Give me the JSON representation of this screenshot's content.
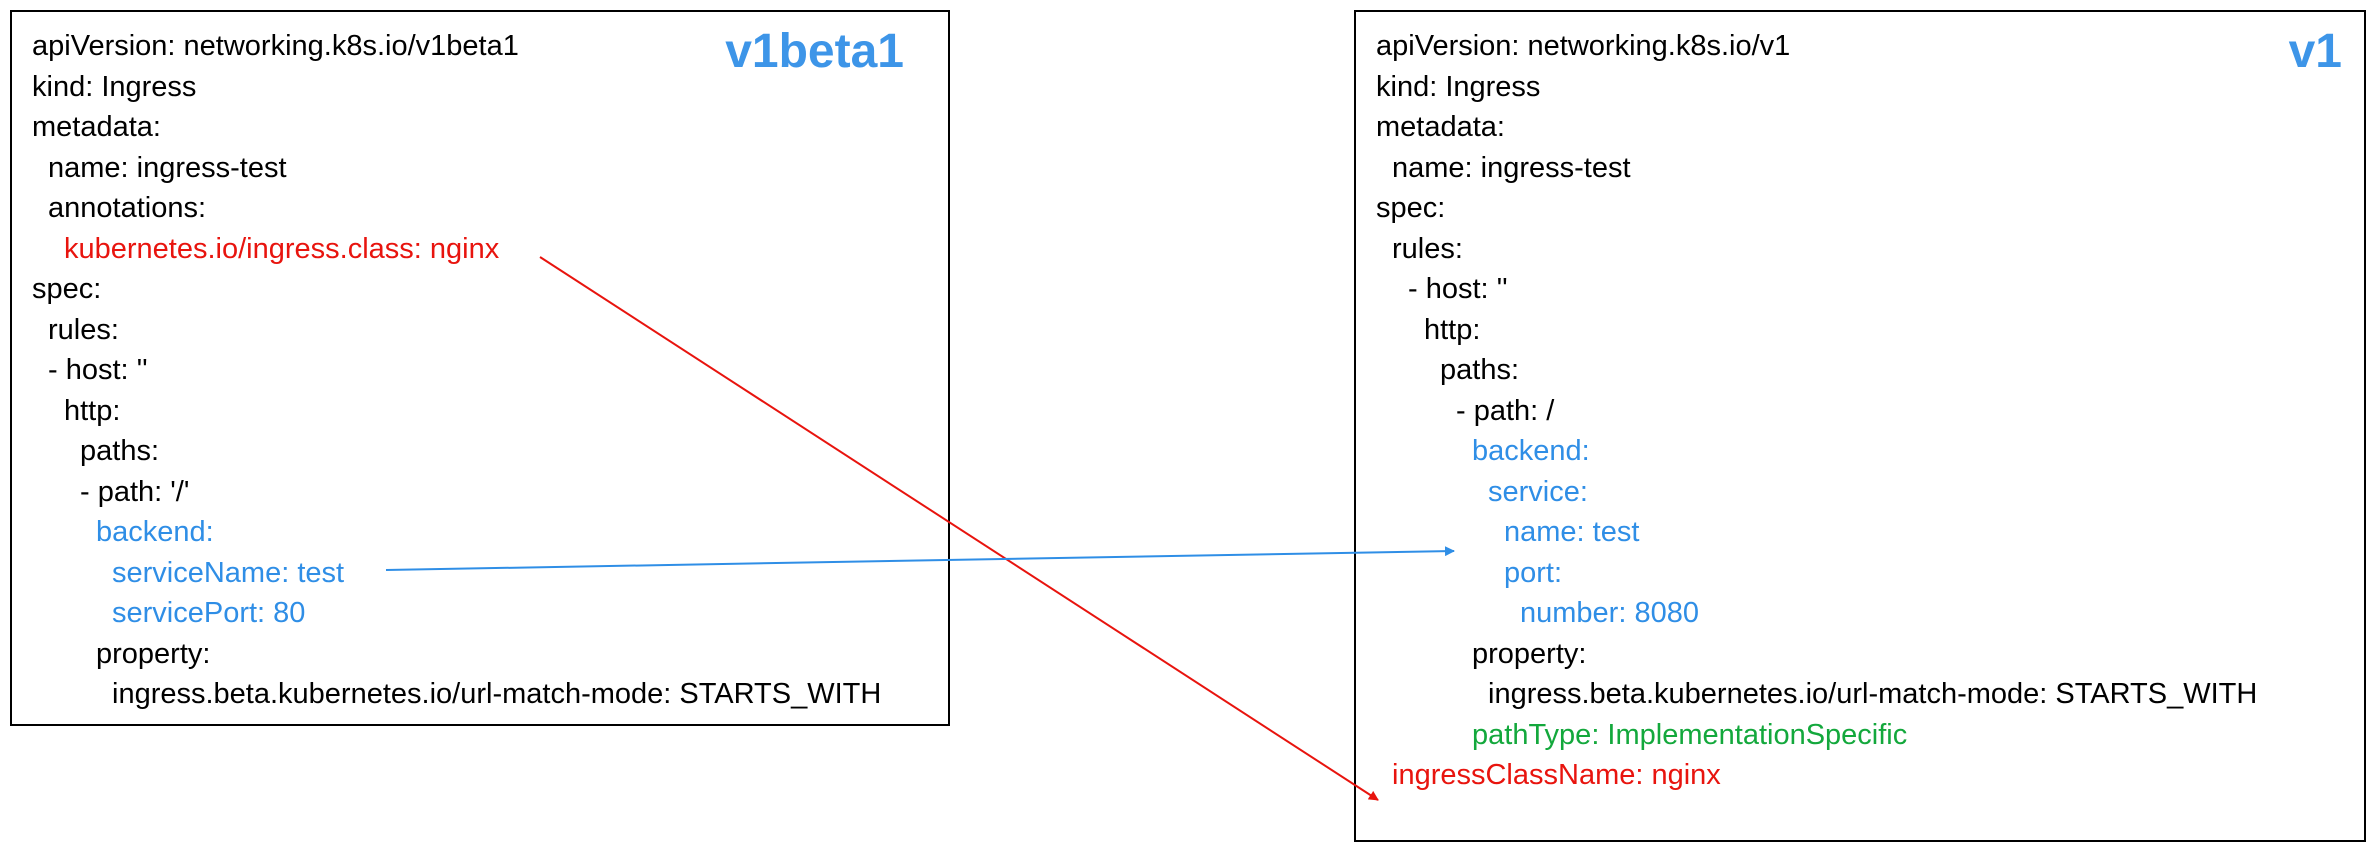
{
  "colors": {
    "text": "#000000",
    "highlight_red": "#e8140e",
    "highlight_blue": "#2f8ee6",
    "highlight_green": "#13a83c",
    "label": "#3d95e8"
  },
  "left": {
    "label": "v1beta1",
    "lines": [
      {
        "indent": 0,
        "text": "apiVersion: networking.k8s.io/v1beta1",
        "color": "text"
      },
      {
        "indent": 0,
        "text": "kind: Ingress",
        "color": "text"
      },
      {
        "indent": 0,
        "text": "metadata:",
        "color": "text"
      },
      {
        "indent": 1,
        "text": "name: ingress-test",
        "color": "text"
      },
      {
        "indent": 1,
        "text": "annotations:",
        "color": "text"
      },
      {
        "indent": 2,
        "text": "kubernetes.io/ingress.class: nginx",
        "color": "red"
      },
      {
        "indent": 0,
        "text": "spec:",
        "color": "text"
      },
      {
        "indent": 1,
        "text": "rules:",
        "color": "text"
      },
      {
        "indent": 1,
        "text": "- host: ''",
        "color": "text"
      },
      {
        "indent": 2,
        "text": "http:",
        "color": "text"
      },
      {
        "indent": 3,
        "text": "paths:",
        "color": "text"
      },
      {
        "indent": 3,
        "text": "- path: '/'",
        "color": "text"
      },
      {
        "indent": 4,
        "text": "backend:",
        "color": "blue"
      },
      {
        "indent": 5,
        "text": "serviceName: test",
        "color": "blue"
      },
      {
        "indent": 5,
        "text": "servicePort: 80",
        "color": "blue"
      },
      {
        "indent": 4,
        "text": "property:",
        "color": "text"
      },
      {
        "indent": 5,
        "text": "ingress.beta.kubernetes.io/url-match-mode: STARTS_WITH",
        "color": "text"
      }
    ]
  },
  "right": {
    "label": "v1",
    "lines": [
      {
        "indent": 0,
        "text": "apiVersion: networking.k8s.io/v1",
        "color": "text"
      },
      {
        "indent": 0,
        "text": "kind: Ingress",
        "color": "text"
      },
      {
        "indent": 0,
        "text": "metadata:",
        "color": "text"
      },
      {
        "indent": 1,
        "text": "name: ingress-test",
        "color": "text"
      },
      {
        "indent": 0,
        "text": "spec:",
        "color": "text"
      },
      {
        "indent": 1,
        "text": "rules:",
        "color": "text"
      },
      {
        "indent": 2,
        "text": "- host: ''",
        "color": "text"
      },
      {
        "indent": 3,
        "text": "http:",
        "color": "text"
      },
      {
        "indent": 4,
        "text": "paths:",
        "color": "text"
      },
      {
        "indent": 5,
        "text": "- path: /",
        "color": "text"
      },
      {
        "indent": 6,
        "text": "backend:",
        "color": "blue"
      },
      {
        "indent": 7,
        "text": "service:",
        "color": "blue"
      },
      {
        "indent": 8,
        "text": "name: test",
        "color": "blue"
      },
      {
        "indent": 8,
        "text": "port:",
        "color": "blue"
      },
      {
        "indent": 9,
        "text": "number: 8080",
        "color": "blue"
      },
      {
        "indent": 6,
        "text": "property:",
        "color": "text"
      },
      {
        "indent": 7,
        "text": "ingress.beta.kubernetes.io/url-match-mode: STARTS_WITH",
        "color": "text"
      },
      {
        "indent": 6,
        "text": "pathType: ImplementationSpecific",
        "color": "green"
      },
      {
        "indent": 1,
        "text": "ingressClassName: nginx",
        "color": "red"
      }
    ]
  },
  "arrows": [
    {
      "from": "left.annotation-ingress-class",
      "to": "right.ingressClassName",
      "color": "highlight_red"
    },
    {
      "from": "left.serviceName",
      "to": "right.service-name",
      "color": "highlight_blue"
    }
  ]
}
